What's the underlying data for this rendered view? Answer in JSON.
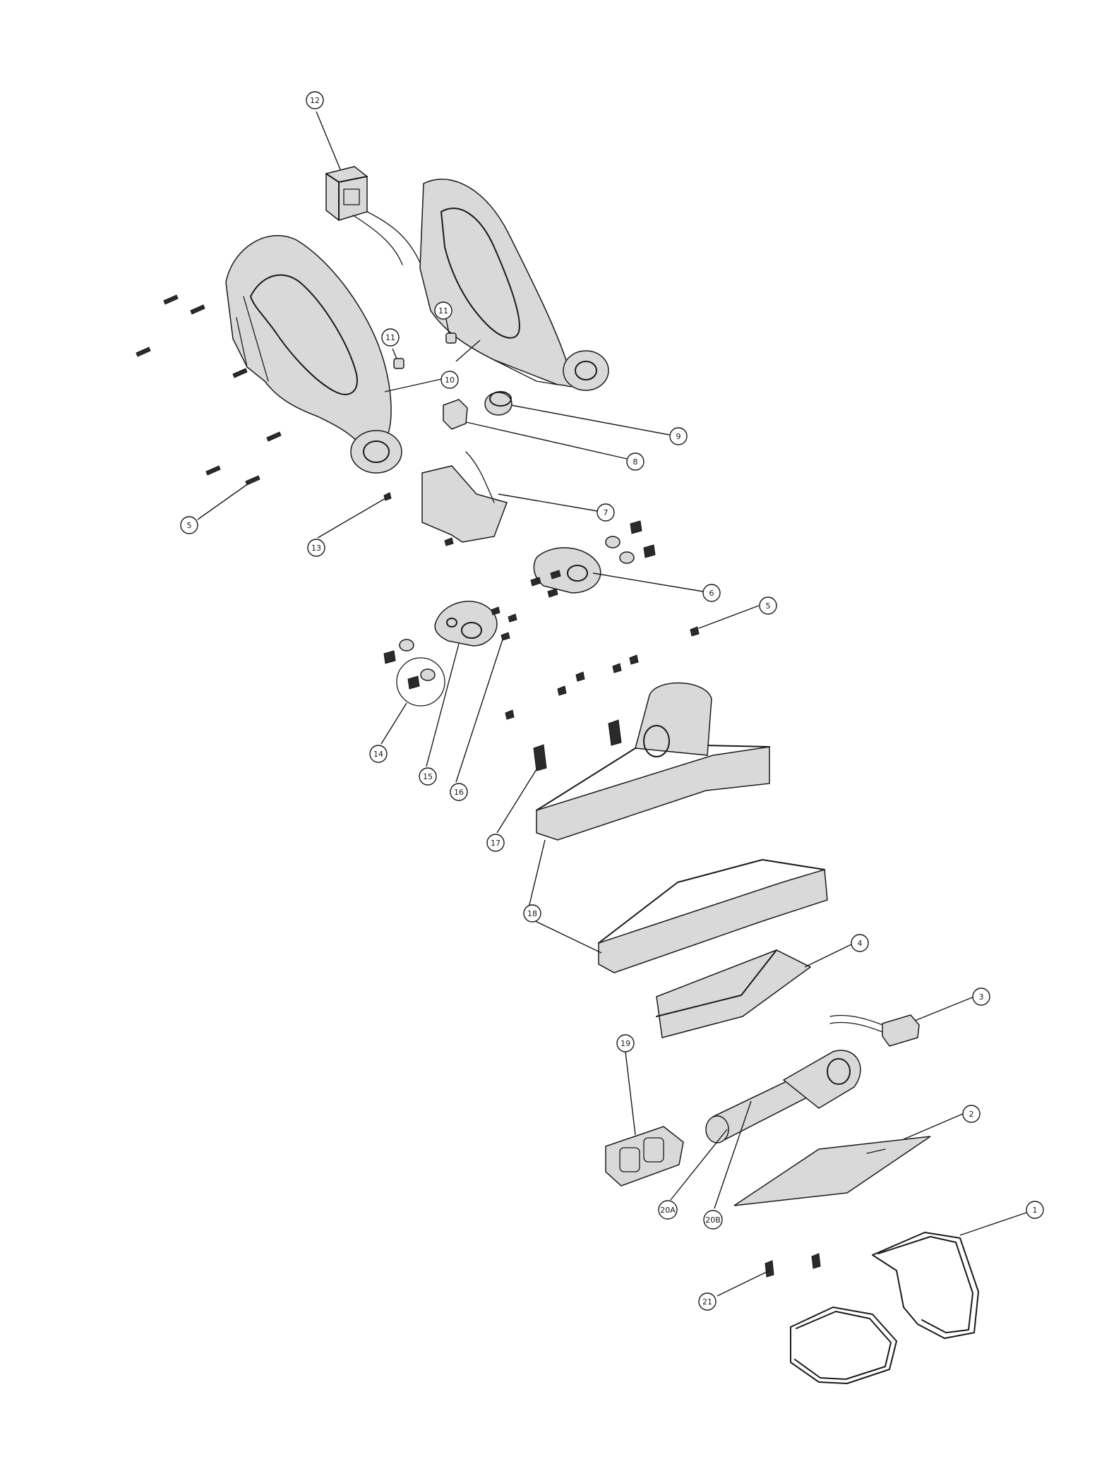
{
  "callouts": [
    {
      "id": "c12",
      "label": "12"
    },
    {
      "id": "c11a",
      "label": "11"
    },
    {
      "id": "c11b",
      "label": "11"
    },
    {
      "id": "c10",
      "label": "10"
    },
    {
      "id": "c9",
      "label": "9"
    },
    {
      "id": "c8",
      "label": "8"
    },
    {
      "id": "c7",
      "label": "7"
    },
    {
      "id": "c6",
      "label": "6"
    },
    {
      "id": "c5a",
      "label": "5"
    },
    {
      "id": "c5b",
      "label": "5"
    },
    {
      "id": "c13",
      "label": "13"
    },
    {
      "id": "c14",
      "label": "14"
    },
    {
      "id": "c15",
      "label": "15"
    },
    {
      "id": "c16",
      "label": "16"
    },
    {
      "id": "c17",
      "label": "17"
    },
    {
      "id": "c18",
      "label": "18"
    },
    {
      "id": "c4",
      "label": "4"
    },
    {
      "id": "c3",
      "label": "3"
    },
    {
      "id": "c19",
      "label": "19"
    },
    {
      "id": "c20a",
      "label": "20A"
    },
    {
      "id": "c20b",
      "label": "20B"
    },
    {
      "id": "c2",
      "label": "2"
    },
    {
      "id": "c21",
      "label": "21"
    },
    {
      "id": "c1",
      "label": "1"
    }
  ]
}
